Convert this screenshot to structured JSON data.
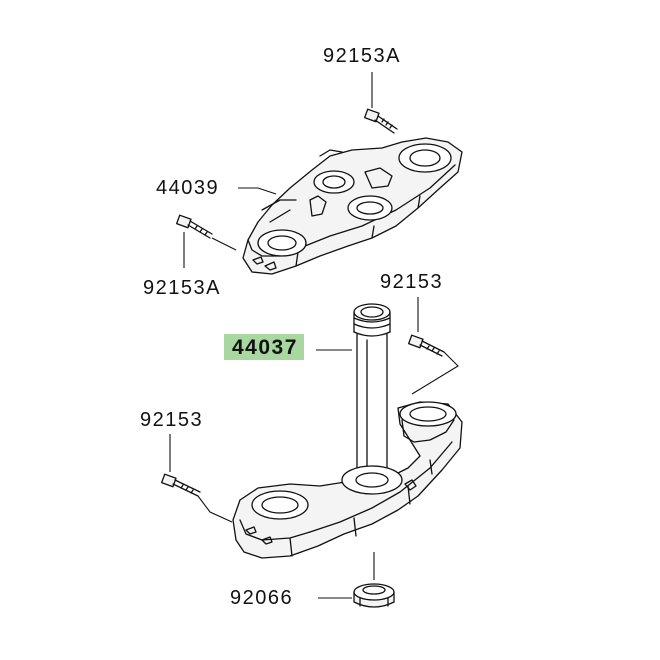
{
  "diagram": {
    "highlight_color": "#a8d8a0",
    "line_color": "#111111",
    "part_fill": "#f4f4f4",
    "labels": {
      "bolt_top_upper": "92153A",
      "upper_bracket": "44039",
      "bolt_top_lower": "92153A",
      "bolt_right": "92153",
      "stem": "44037",
      "bolt_left": "92153",
      "nut": "92066"
    }
  }
}
